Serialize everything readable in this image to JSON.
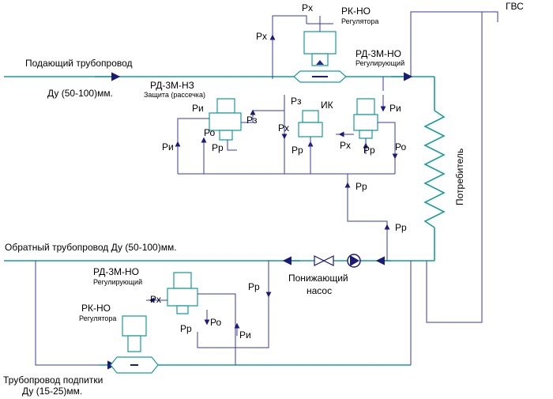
{
  "labels": {
    "supply_pipe": "Подающий трубопровод",
    "supply_dn": "Ду (50-100)мм.",
    "return_pipe": "Обратный трубопровод Ду (50-100)мм.",
    "makeup_pipe_l1": "Трубопровод подпитки",
    "makeup_pipe_l2": "Ду (15-25)мм.",
    "gvs": "ГВС",
    "consumer": "Потребитель",
    "pump_l1": "Понижающий",
    "pump_l2": "насос"
  },
  "devices": {
    "rk_top": {
      "name": "РК-НО",
      "sub": "Регулятора"
    },
    "rd_reg_top": {
      "name": "РД-3М-НО",
      "sub": "Регулирующий"
    },
    "rd_nz": {
      "name": "РД-3М-НЗ",
      "sub": "Защита (рассечка)"
    },
    "ik": {
      "name": "ИК"
    },
    "rd_reg_bottom": {
      "name": "РД-3М-НО",
      "sub": "Регулирующий"
    },
    "rk_bottom": {
      "name": "РК-НО",
      "sub": "Регулятора"
    }
  },
  "ports": {
    "rx": "Рх",
    "ri": "Ри",
    "ro": "Ро",
    "rr": "Рр",
    "rz": "Рз"
  },
  "colors": {
    "pipe": "#1a9a9a",
    "impulse": "#3a3aa8",
    "text": "#000000"
  }
}
